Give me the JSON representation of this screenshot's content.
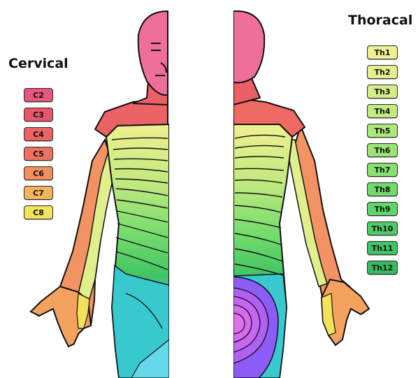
{
  "headings": {
    "cervical": "Cervical",
    "thoracal": "Thoracal"
  },
  "cervical": [
    {
      "label": "C2",
      "color": "#e8557e"
    },
    {
      "label": "C3",
      "color": "#e9566a"
    },
    {
      "label": "C4",
      "color": "#ec6366"
    },
    {
      "label": "C5",
      "color": "#ee7062"
    },
    {
      "label": "C6",
      "color": "#f18f5e"
    },
    {
      "label": "C7",
      "color": "#f4b45c"
    },
    {
      "label": "C8",
      "color": "#f1e35c"
    }
  ],
  "thoracal": [
    {
      "label": "Th1",
      "color": "#eef08f"
    },
    {
      "label": "Th2",
      "color": "#e2ef8c"
    },
    {
      "label": "Th3",
      "color": "#d3ee86"
    },
    {
      "label": "Th4",
      "color": "#c3ec7f"
    },
    {
      "label": "Th5",
      "color": "#afe87a"
    },
    {
      "label": "Th6",
      "color": "#9be474"
    },
    {
      "label": "Th7",
      "color": "#87e070"
    },
    {
      "label": "Th8",
      "color": "#72da6c"
    },
    {
      "label": "Th9",
      "color": "#5fd468"
    },
    {
      "label": "Th10",
      "color": "#4ecb66"
    },
    {
      "label": "Th11",
      "color": "#3fc463"
    },
    {
      "label": "Th12",
      "color": "#35bb5f"
    }
  ],
  "colors": {
    "face": "#ef6f9b",
    "neck": "#ec5f66",
    "shoulder": "#ee6a62",
    "arm_outer": "#f39262",
    "arm_inner": "#e0ee8c",
    "hand": "#f4a25e",
    "finger": "#f1e35c",
    "abdomen_low": "#38c9cf",
    "groin": "#66d8ea",
    "lumbar": "#8b5cf6",
    "sacral": "#d86af0",
    "outline": "#111111"
  }
}
